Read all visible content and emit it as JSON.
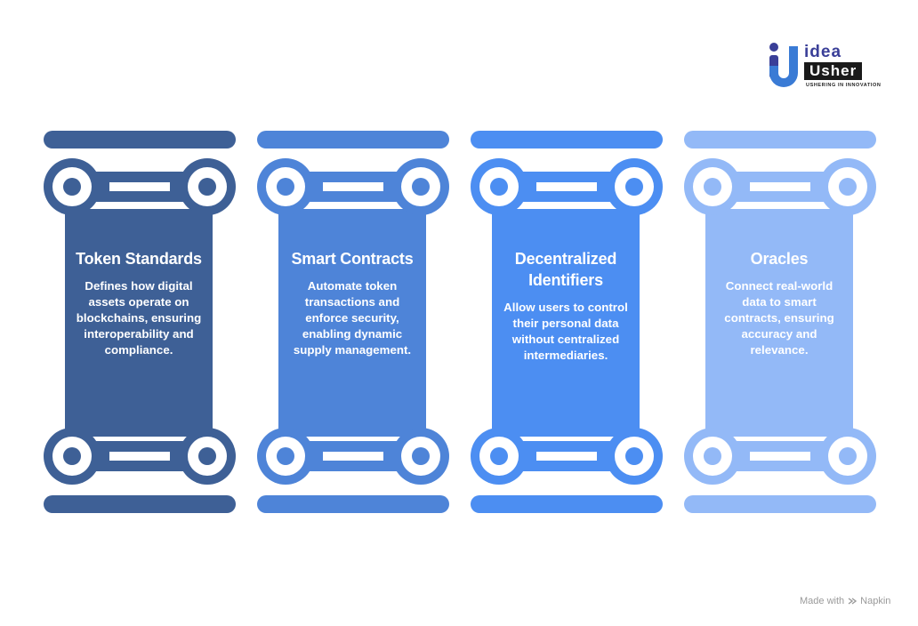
{
  "brand": {
    "name_line1": "idea",
    "name_line2": "Usher",
    "tagline": "USHERING IN INNOVATION",
    "logo_colors": [
      "#3a7bd5",
      "#3a3f98"
    ]
  },
  "pillars": [
    {
      "title": "Token Standards",
      "description": "Defines how digital assets operate on blockchains, ensuring interoperability and compliance.",
      "color": "#3e6096"
    },
    {
      "title": "Smart Contracts",
      "description": "Automate token transactions and enforce security, enabling dynamic supply management.",
      "color": "#4e84d8"
    },
    {
      "title": "Decentralized Identifiers",
      "description": "Allow users to control their personal data without centralized intermediaries.",
      "color": "#4c8ef2"
    },
    {
      "title": "Oracles",
      "description": "Connect real-world data to smart contracts, ensuring accuracy and relevance.",
      "color": "#93b9f7"
    }
  ],
  "watermark": {
    "prefix": "Made with",
    "tool": "Napkin",
    "icon": "napkin-icon"
  }
}
